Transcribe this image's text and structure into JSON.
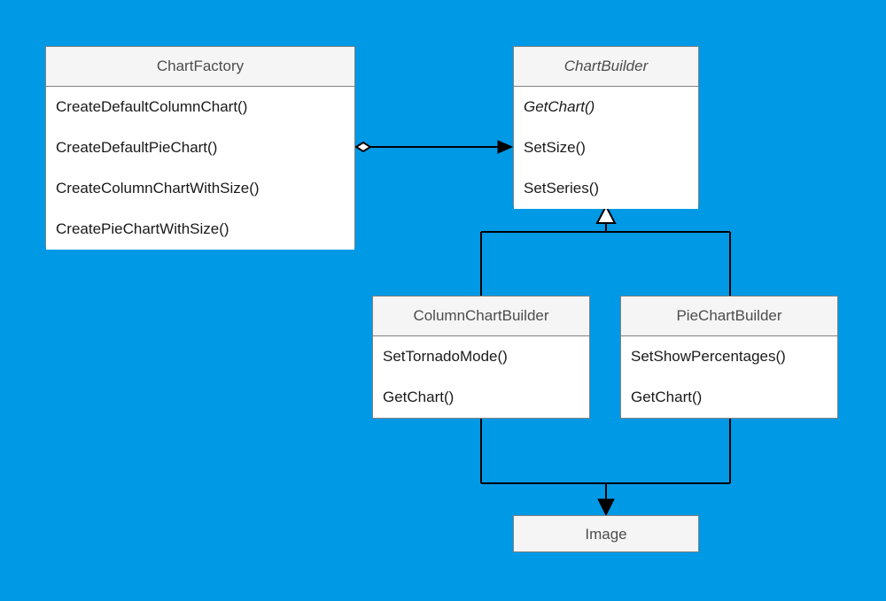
{
  "diagram": {
    "type": "uml-class-diagram",
    "background_color": "#0099e6",
    "box_fill": "#ffffff",
    "header_fill": "#f5f5f5",
    "border_color": "#808080",
    "edge_color": "#000000",
    "title_text_color": "#4d4d4d",
    "method_text_color": "#1a1a1a"
  },
  "classes": {
    "chart_factory": {
      "name": "ChartFactory",
      "abstract": false,
      "methods": [
        {
          "label": "CreateDefaultColumnChart()",
          "abstract": false
        },
        {
          "label": "CreateDefaultPieChart()",
          "abstract": false
        },
        {
          "label": "CreateColumnChartWithSize()",
          "abstract": false
        },
        {
          "label": "CreatePieChartWithSize()",
          "abstract": false
        }
      ]
    },
    "chart_builder": {
      "name": "ChartBuilder",
      "abstract": true,
      "methods": [
        {
          "label": "GetChart()",
          "abstract": true
        },
        {
          "label": "SetSize()",
          "abstract": false
        },
        {
          "label": "SetSeries()",
          "abstract": false
        }
      ]
    },
    "column_chart_builder": {
      "name": "ColumnChartBuilder",
      "abstract": false,
      "methods": [
        {
          "label": "SetTornadoMode()",
          "abstract": false
        },
        {
          "label": "GetChart()",
          "abstract": false
        }
      ]
    },
    "pie_chart_builder": {
      "name": "PieChartBuilder",
      "abstract": false,
      "methods": [
        {
          "label": "SetShowPercentages()",
          "abstract": false
        },
        {
          "label": "GetChart()",
          "abstract": false
        }
      ]
    },
    "image": {
      "name": "Image",
      "abstract": false,
      "methods": []
    }
  },
  "relationships": [
    {
      "id": "factory-uses-builder",
      "type": "aggregation",
      "source": "ChartFactory",
      "target": "ChartBuilder",
      "source_marker": "hollow-diamond",
      "target_marker": "filled-arrow"
    },
    {
      "id": "column-inherits-builder",
      "type": "generalization",
      "source": "ColumnChartBuilder",
      "target": "ChartBuilder",
      "source_marker": "none",
      "target_marker": "hollow-triangle"
    },
    {
      "id": "pie-inherits-builder",
      "type": "generalization",
      "source": "PieChartBuilder",
      "target": "ChartBuilder",
      "source_marker": "none",
      "target_marker": "hollow-triangle"
    },
    {
      "id": "builders-produce-image",
      "type": "dependency",
      "source": "ColumnChartBuilder, PieChartBuilder",
      "target": "Image",
      "source_marker": "none",
      "target_marker": "filled-arrow"
    }
  ]
}
